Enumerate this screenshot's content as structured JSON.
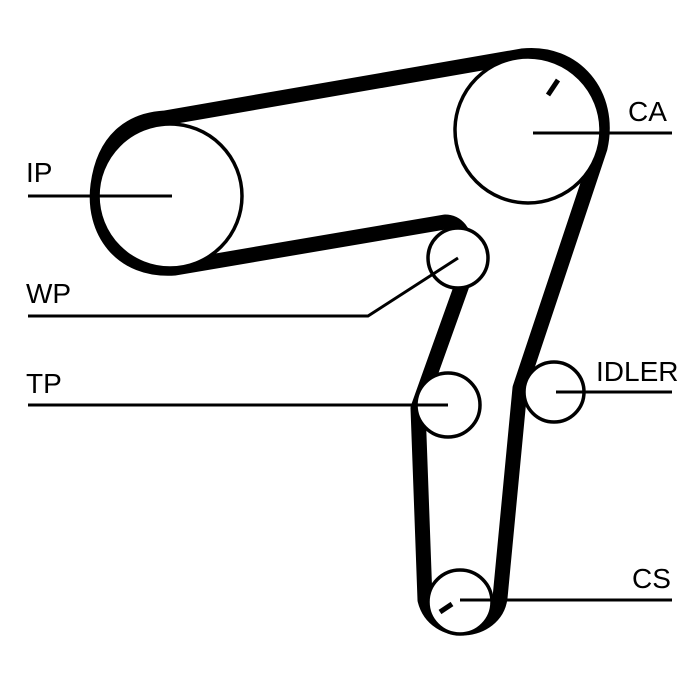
{
  "diagram": {
    "labels": {
      "ip": "IP",
      "ca": "CA",
      "wp": "WP",
      "tp": "TP",
      "idler": "IDLER",
      "cs": "CS"
    },
    "colors": {
      "belt": "#000000",
      "background": "#ffffff"
    }
  }
}
